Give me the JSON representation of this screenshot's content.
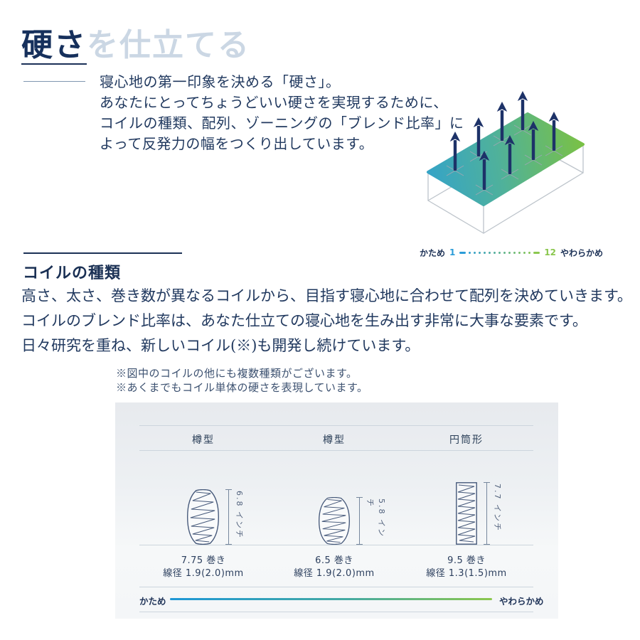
{
  "hero": {
    "title_strong": "硬さ",
    "title_rest": "を仕立てる",
    "intro_lines": [
      "寝心地の第一印象を決める「硬さ」。",
      "あなたにとってちょうどいい硬さを実現するために、",
      "コイルの種類、配列、ゾーニングの「ブレンド比率」に",
      "よって反発力の幅をつくり出しています。"
    ]
  },
  "mattress_scale": {
    "left_label": "かため",
    "min_value": "1",
    "max_value": "12",
    "right_label": "やわらかめ",
    "dot_count": 13,
    "start_color": "#2b9cd8",
    "end_color": "#8bc74f"
  },
  "coil_section": {
    "heading": "コイルの種類",
    "body_lines": [
      "高さ、太さ、巻き数が異なるコイルから、目指す寝心地に合わせて配列を決めていきます。",
      "コイルのブレンド比率は、あなた仕立ての寝心地を生み出す非常に大事な要素です。",
      "日々研究を重ね、新しいコイル(※)も開発し続けています。"
    ],
    "notes": [
      "※図中のコイルの他にも複数種類がございます。",
      "※あくまでもコイル単体の硬さを表現しています。"
    ]
  },
  "panel": {
    "columns": [
      {
        "shape_label": "樽型",
        "height_label": "6.8 インチ",
        "turns_label": "7.75 巻き",
        "wire_label": "線径 1.9(2.0)mm"
      },
      {
        "shape_label": "樽型",
        "height_label": "5.8 インチ",
        "turns_label": "6.5 巻き",
        "wire_label": "線径 1.9(2.0)mm"
      },
      {
        "shape_label": "円筒形",
        "height_label": "7.7 インチ",
        "turns_label": "9.5 巻き",
        "wire_label": "線径 1.3(1.5)mm"
      }
    ],
    "scale": {
      "left_label": "かため",
      "right_label": "やわらかめ"
    }
  },
  "colors": {
    "navy": "#1c3156",
    "body_text": "#21395f",
    "title_muted": "#cbd7e4",
    "mattress_gradient_start": "#36a4c6",
    "mattress_gradient_end": "#7ac145",
    "scale_blue": "#2b9cd8",
    "scale_green": "#8bc74f"
  }
}
